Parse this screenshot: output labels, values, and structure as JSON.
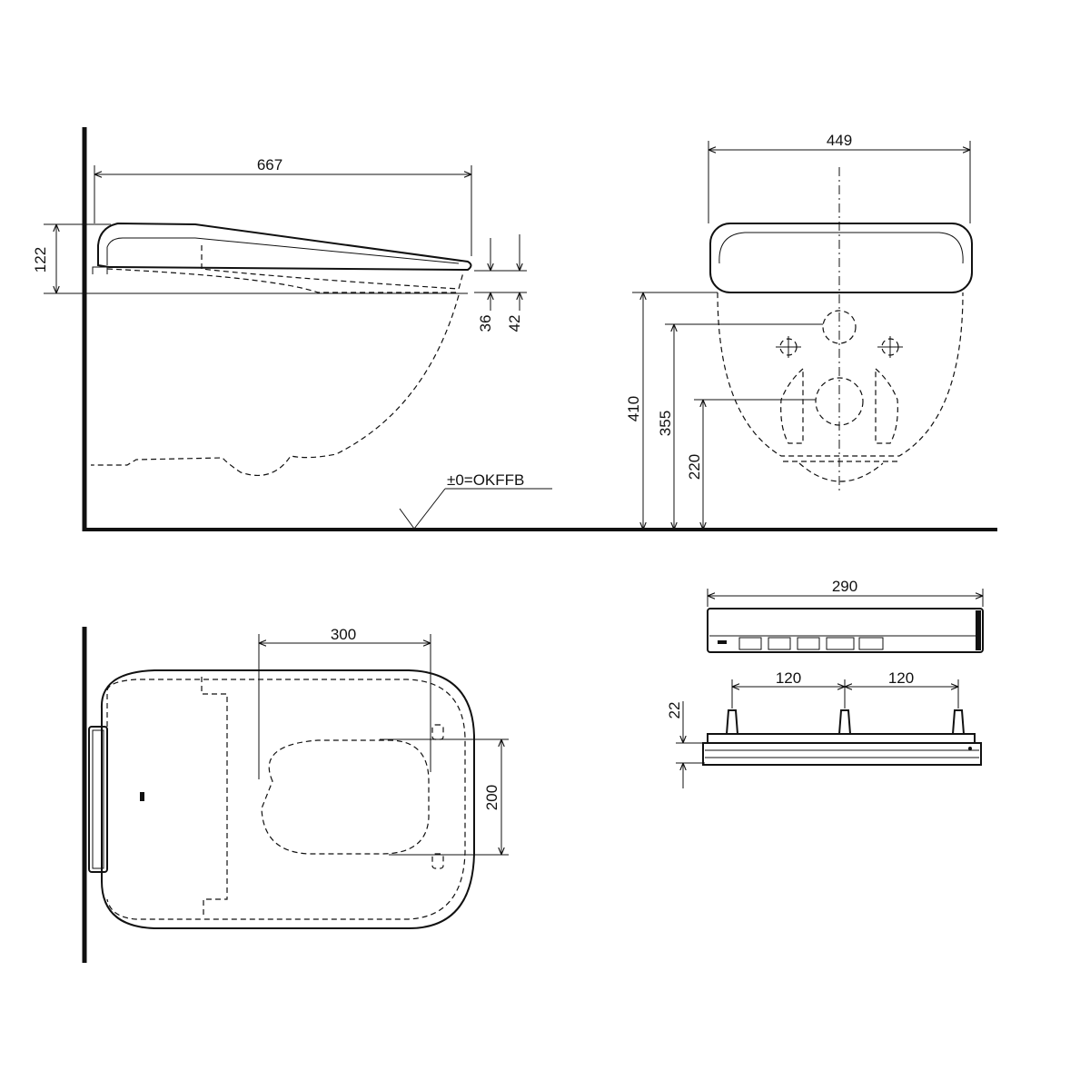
{
  "views": {
    "side": {
      "dims": {
        "length": "667",
        "height": "122",
        "gap_a": "36",
        "gap_b": "42"
      },
      "floor_label": "±0=OKFFB"
    },
    "front": {
      "dims": {
        "width": "449",
        "h_410": "410",
        "h_355": "355",
        "h_220": "220"
      }
    },
    "top": {
      "dims": {
        "depth": "300",
        "width": "200"
      }
    },
    "remote": {
      "dims": {
        "width": "290",
        "spacing_a": "120",
        "spacing_b": "120",
        "height": "22"
      }
    }
  }
}
